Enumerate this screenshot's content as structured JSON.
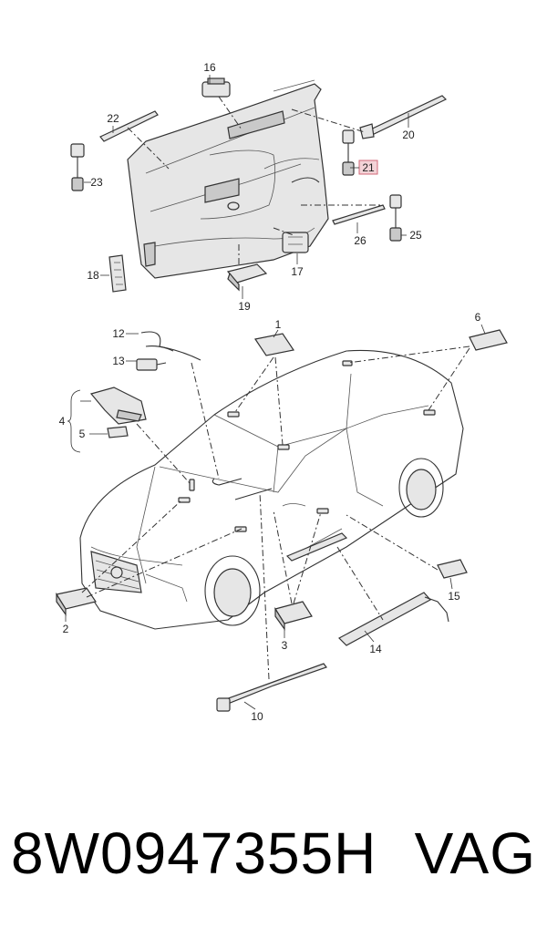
{
  "diagram": {
    "callouts": [
      "1",
      "2",
      "3",
      "4",
      "5",
      "6",
      "10",
      "12",
      "13",
      "14",
      "15",
      "16",
      "17",
      "18",
      "19",
      "20",
      "21",
      "22",
      "23",
      "25",
      "26"
    ],
    "highlighted_callout": "21",
    "highlight_color": "#e8a0a8",
    "line_color": "#333333"
  },
  "footer": {
    "part_number": "8W0947355H",
    "brand": "VAG"
  }
}
